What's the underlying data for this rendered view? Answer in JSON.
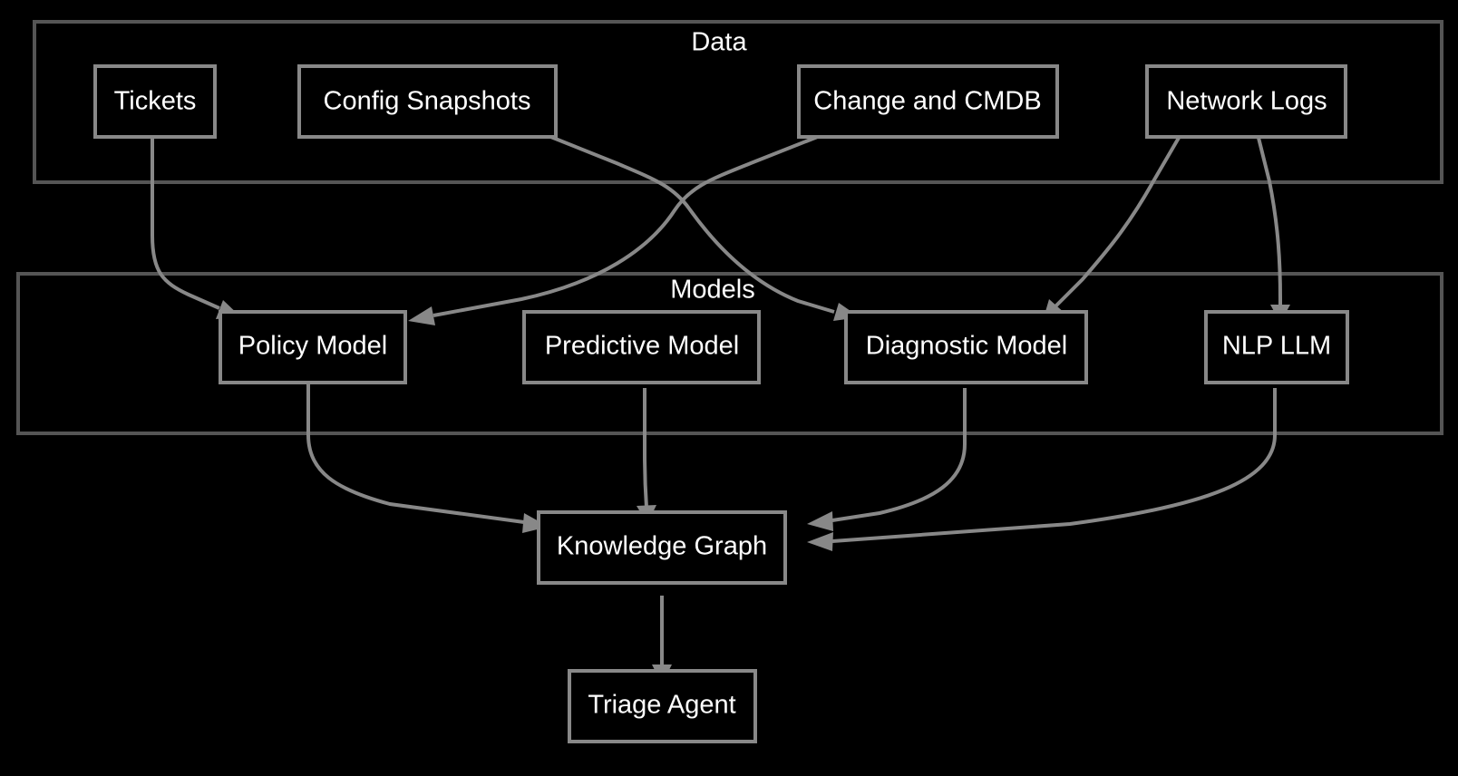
{
  "diagram": {
    "type": "flowchart",
    "direction": "top-to-bottom",
    "background_color": "#000000",
    "node_border_color": "#888888",
    "cluster_border_color": "#555555",
    "edge_color": "#888888",
    "text_color": "#ffffff",
    "clusters": [
      {
        "id": "data",
        "title": "Data"
      },
      {
        "id": "models",
        "title": "Models"
      }
    ],
    "nodes": [
      {
        "id": "tickets",
        "label": "Tickets",
        "cluster": "data"
      },
      {
        "id": "config",
        "label": "Config Snapshots",
        "cluster": "data"
      },
      {
        "id": "cmdb",
        "label": "Change and CMDB",
        "cluster": "data"
      },
      {
        "id": "netlogs",
        "label": "Network Logs",
        "cluster": "data"
      },
      {
        "id": "policy",
        "label": "Policy Model",
        "cluster": "models"
      },
      {
        "id": "predictive",
        "label": "Predictive Model",
        "cluster": "models"
      },
      {
        "id": "diagnostic",
        "label": "Diagnostic Model",
        "cluster": "models"
      },
      {
        "id": "nlp",
        "label": "NLP LLM",
        "cluster": "models"
      },
      {
        "id": "kg",
        "label": "Knowledge Graph",
        "cluster": null
      },
      {
        "id": "triage",
        "label": "Triage Agent",
        "cluster": null
      }
    ],
    "edges": [
      {
        "from": "tickets",
        "to": "policy"
      },
      {
        "from": "config",
        "to": "diagnostic"
      },
      {
        "from": "cmdb",
        "to": "policy"
      },
      {
        "from": "netlogs",
        "to": "diagnostic"
      },
      {
        "from": "netlogs",
        "to": "nlp"
      },
      {
        "from": "policy",
        "to": "kg"
      },
      {
        "from": "predictive",
        "to": "kg"
      },
      {
        "from": "diagnostic",
        "to": "kg"
      },
      {
        "from": "nlp",
        "to": "kg"
      },
      {
        "from": "kg",
        "to": "triage"
      }
    ]
  }
}
